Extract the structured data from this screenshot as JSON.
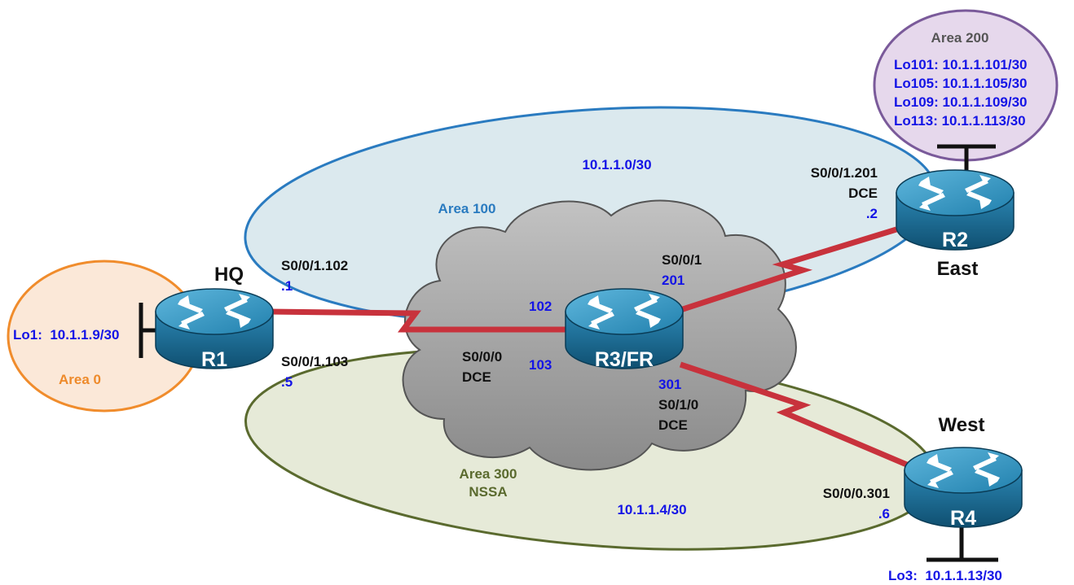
{
  "areas": {
    "area0": {
      "name": "Area 0",
      "color": "#f08c2c"
    },
    "area100": {
      "name": "Area 100",
      "network": "10.1.1.0/30",
      "color": "#2a7bc0"
    },
    "area200": {
      "name": "Area 200",
      "color": "#7a5a9a",
      "loopbacks": [
        "Lo101: 10.1.1.101/30",
        "Lo105: 10.1.1.105/30",
        "Lo109: 10.1.1.109/30",
        "Lo113: 10.1.1.113/30"
      ]
    },
    "area300": {
      "name": "Area 300",
      "type": "NSSA",
      "network": "10.1.1.4/30",
      "color": "#5a6a2e"
    }
  },
  "routers": {
    "r1": {
      "label": "R1",
      "name": "HQ",
      "loopback": "Lo1:  10.1.1.9/30"
    },
    "r2": {
      "label": "R2",
      "name": "East"
    },
    "r3": {
      "label": "R3/FR"
    },
    "r4": {
      "label": "R4",
      "name": "West",
      "loopback": "Lo3:  10.1.1.13/30"
    }
  },
  "interfaces": {
    "r1_s0_0_1_102": {
      "name": "S0/0/1.102",
      "ip": ".1"
    },
    "r1_s0_0_1_103": {
      "name": "S0/0/1.103",
      "ip": ".5"
    },
    "r2_s0_0_1_201": {
      "name": "S0/0/1.201",
      "mode": "DCE",
      "ip": ".2"
    },
    "r3_s0_0_1": {
      "name": "S0/0/1",
      "dlci": "201"
    },
    "r3_s0_0_0": {
      "name": "S0/0/0",
      "mode": "DCE"
    },
    "r3_s0_1_0": {
      "name": "S0/1/0",
      "mode": "DCE",
      "dlci": "301"
    },
    "r3_dlci_102": "102",
    "r3_dlci_103": "103",
    "r4_s0_0_0_301": {
      "name": "S0/0/0.301",
      "ip": ".6"
    }
  },
  "colors": {
    "link": "#c8323c",
    "cloud": "#9a9a9a",
    "router": "#1f6f96"
  }
}
